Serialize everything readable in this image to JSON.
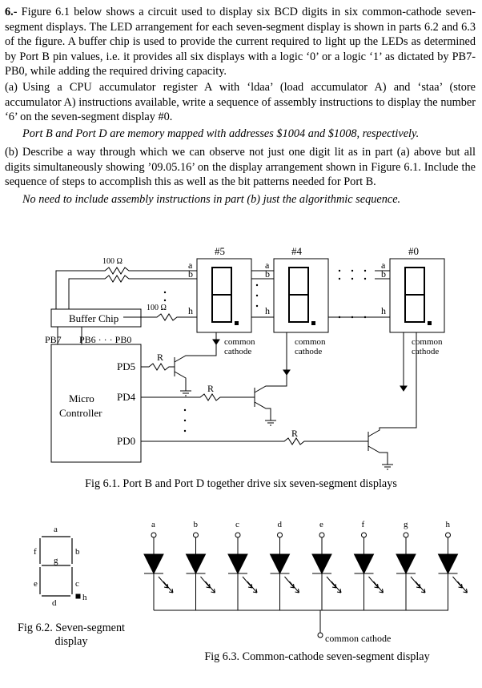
{
  "question": {
    "number": "6.-",
    "intro": "Figure 6.1 below shows a circuit used to display six BCD digits in six common-cathode seven-segment displays. The LED arrangement for each seven-segment display is shown in parts 6.2 and 6.3 of the figure. A buffer chip is used to provide the current required to light up the LEDs as determined by Port B pin values, i.e. it provides all six displays with a logic ‘0’ or a logic ‘1’ as dictated by PB7-PB0, while adding the required driving capacity.",
    "part_a_label": "(a)",
    "part_a": "Using a CPU accumulator register A with ‘ldaa’ (load accumulator A) and ‘staa’ (store accumulator A) instructions available, write a sequence of assembly instructions to display the number ‘6’ on the seven-segment display #0.",
    "part_a_note": "Port B and Port D are memory mapped with addresses $1004 and $1008, respectively.",
    "part_b_label": "(b)",
    "part_b": "Describe a way through which we can observe not just one digit lit as in part (a) above but all digits simultaneously showing ’09.05.16’ on the display arrangement shown in Figure 6.1. Include the sequence of steps to accomplish this as well as the bit patterns needed for Port B.",
    "part_b_note": "No need to include assembly instructions in part (b) just the algorithmic sequence."
  },
  "fig61": {
    "display_labels": [
      "#5",
      "#4",
      "#0"
    ],
    "resistor_100_a": "100 Ω",
    "resistor_100_h": "100 Ω",
    "seg_a": "a",
    "seg_b": "b",
    "seg_h": "h",
    "buffer_chip": "Buffer Chip",
    "pb7": "PB7",
    "pb6_pb0": "PB6 · · · PB0",
    "pd5": "PD5",
    "pd4": "PD4",
    "pd0": "PD0",
    "r": "R",
    "micro": "Micro",
    "controller": "Controller",
    "common": "common",
    "cathode": "cathode",
    "caption": "Fig 6.1. Port B and Port D together drive six seven-segment displays"
  },
  "fig62": {
    "segments": [
      "a",
      "b",
      "c",
      "d",
      "e",
      "f",
      "g",
      "h"
    ],
    "caption_line1": "Fig 6.2. Seven-segment",
    "caption_line2": "display"
  },
  "fig63": {
    "leds": [
      "a",
      "b",
      "c",
      "d",
      "e",
      "f",
      "g",
      "h"
    ],
    "common_cathode": "common cathode",
    "caption": "Fig 6.3. Common-cathode seven-segment display"
  }
}
